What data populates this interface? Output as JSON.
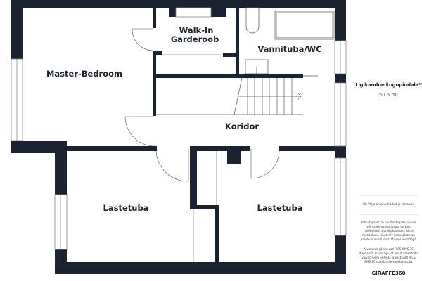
{
  "rooms": {
    "master": "Master-Bedroom",
    "walkin_line1": "Walk-In",
    "walkin_line2": "Garderoob",
    "bath": "Vannituba/WC",
    "corridor": "Koridor",
    "kids1": "Lastetuba",
    "kids2": "Lastetuba"
  },
  "panel": {
    "area_title": "Ligikaudne kogupindala¹⁾",
    "area_value": "50.5 m²",
    "footnote": "(1) Välja arvatud rõdud ja terrassid",
    "disclaimer1": "Ehkki täpsust on püütud tagada kõikide võimalike vahenditega, on kõik mõõtmised siiski ligikaudsed, mitte mõõdukuse. Käesolev korrusplaan on mõeldud ainult illustratiivsel eesmärgil.",
    "disclaimer2": "Arvutused põhinevad RICS IPMS 3C standardil. Arvestage, et arvutusmeetodid võivad riigiti erineda ja vastavalt RICS IPMS 3C standardile kooskõlas olla.",
    "brand": "GIRAFFE360"
  },
  "colors": {
    "wall": "#1b2330"
  }
}
